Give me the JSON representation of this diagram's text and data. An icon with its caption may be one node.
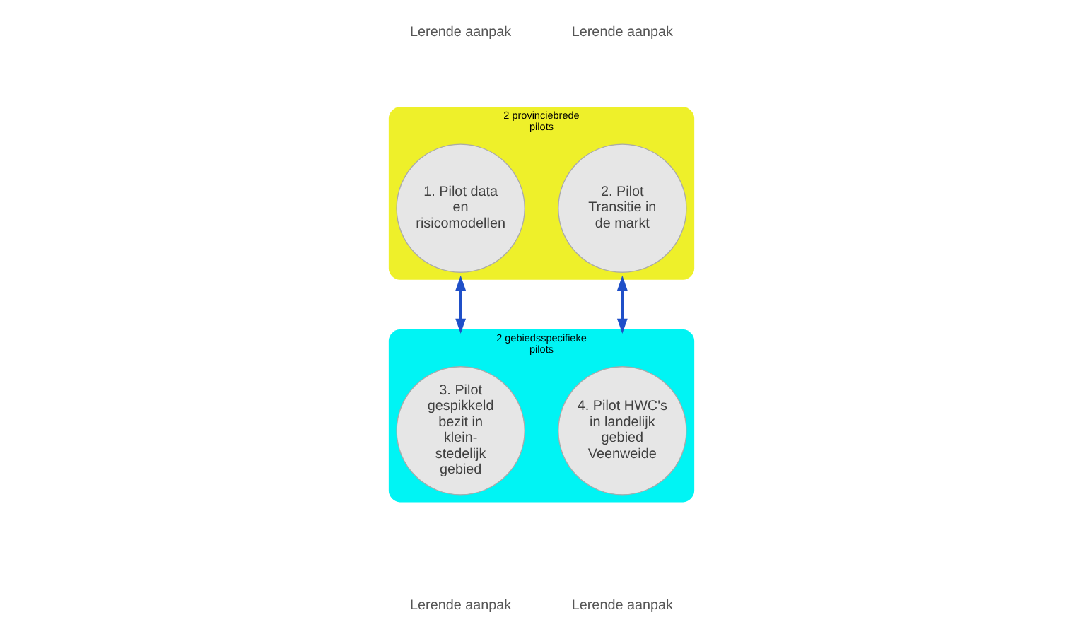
{
  "diagram": {
    "nodes": [
      {
        "text": [
          "2 provinciebrede pilots"
        ]
      },
      {
        "text": [
          "1. Pilot data en risicomodellen"
        ],
        "in": 0
      },
      {
        "text": [
          "2. Pilot Transitie in de markt"
        ],
        "in": 0
      },
      {
        "text": [
          "2 gebiedsspecifieke pilots"
        ]
      },
      {
        "text": [
          "3. Pilot gespikkeld bezit in klein-stedelijk gebied"
        ],
        "in": 3
      },
      {
        "text": [
          "4. Pilot HWC's in landelijk gebied Veenweide"
        ],
        "in": 3
      }
    ],
    "edges": [
      {
        "from": 0,
        "to": 3,
        "arrow": "both",
        "color": "#1f4fc8"
      },
      {
        "from": 0,
        "to": 3,
        "arrow": "both",
        "color": "#1f4fc8"
      }
    ],
    "labels": [
      "Lerende aanpak",
      "Lerende aanpak",
      "Lerende aanpak",
      "Lerende aanpak"
    ]
  }
}
